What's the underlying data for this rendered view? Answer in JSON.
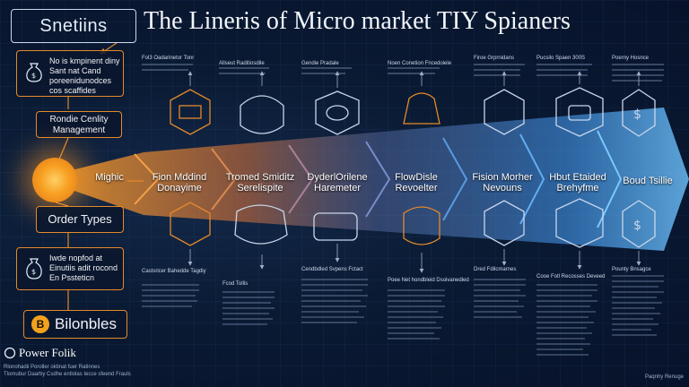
{
  "header": {
    "logo_text": "Snetiins",
    "title": "The Lineris of Micro market TIY Spianers"
  },
  "left_panel": {
    "box1_text": "No is kmpinent diny Sant nat Cand poreenidunodces cos scaffides",
    "box2_text": "Rondie Cenlity Management",
    "sun_label": "Mighic",
    "box3_text": "Order Types",
    "box4_text": "Iwde nopfod at Einutiis adit rocond En Pssteticn",
    "box5_text": "Bilonbles"
  },
  "flow": {
    "stages": [
      {
        "label": "Fion Mddind Donayime"
      },
      {
        "label": "Tromed Smiditz Serelispite"
      },
      {
        "label": "DyderlOrilene Haremeter"
      },
      {
        "label": "FlowDisle Revoelter"
      },
      {
        "label": "Fision Morher Nevouns"
      },
      {
        "label": "Hbut Etaided Brehyfme"
      },
      {
        "label": "Boud Tsillie"
      }
    ]
  },
  "top_notes": [
    "Fol3 Oadarinetor Tonr",
    "Allseut Raditiosdile",
    "Gendie Pradale",
    "Noen Conetion Fncedoiele",
    "Firoe Grprnidans",
    "Pucsilo Spaen 300S",
    "Poerny Hosnce"
  ],
  "bottom_notes": [
    "Castsricer Bahedde Tagdiy",
    "Fcod Tollis",
    "Cendbdled Svpens Fctact",
    "Poee Net hondbleid Dsoivanedled",
    "Dred Fdilcmarnes",
    "Cooe Fotl Recosses Deveed",
    "Pounty Bnsagce"
  ],
  "footer": {
    "brand": "Power Folik",
    "line1": "Rlonohadii Poroller oktinat fuer Ratinnes",
    "line2": "Tlomubur Daarby Csdhe entlolas Iecce sfeend Frauls",
    "right_text": "Paqnhy Renuge"
  }
}
